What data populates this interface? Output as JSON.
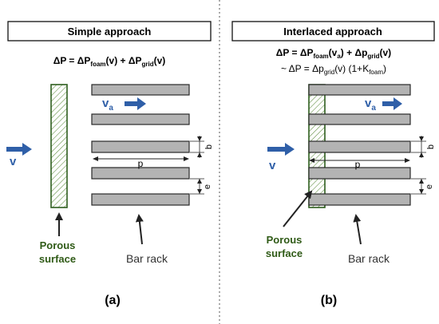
{
  "colors": {
    "bar_fill": "#b3b3b3",
    "bar_stroke": "#2a2a2a",
    "porous_stroke": "#2e5e1e",
    "hatch": "#5a8a3a",
    "label_green": "#2f5a16",
    "arrow_blue": "#2f5fa8",
    "divider": "#555555"
  },
  "left": {
    "header": "Simple approach",
    "formula": {
      "a": "ΔP = ΔP",
      "a_sub": "foam",
      "b": "(v) + ΔP",
      "b_sub": "grid",
      "c": "(v)"
    },
    "va_label": "v",
    "va_sub": "a",
    "v_label": "v",
    "dim_p": "p",
    "dim_b": "b",
    "dim_e": "e",
    "porous_label_1": "Porous",
    "porous_label_2": "surface",
    "bar_rack_label": "Bar rack",
    "caption": "(a)"
  },
  "right": {
    "header": "Interlaced approach",
    "formula1": {
      "a": "ΔP = ΔP",
      "a_sub": "foam",
      "b": "(v",
      "b_sub": "a",
      "c": ") + Δp",
      "c_sub": "grid",
      "d": "(v)"
    },
    "formula2": {
      "a": "~ ΔP =  Δp",
      "a_sub": "grid",
      "b": "(v) (1+K",
      "b_sub": "foam",
      "c": ")"
    },
    "va_label": "v",
    "va_sub": "a",
    "v_label": "v",
    "dim_p": "p",
    "dim_b": "b",
    "dim_e": "e",
    "porous_label_1": "Porous",
    "porous_label_2": "surface",
    "bar_rack_label": "Bar rack",
    "caption": "(b)"
  }
}
